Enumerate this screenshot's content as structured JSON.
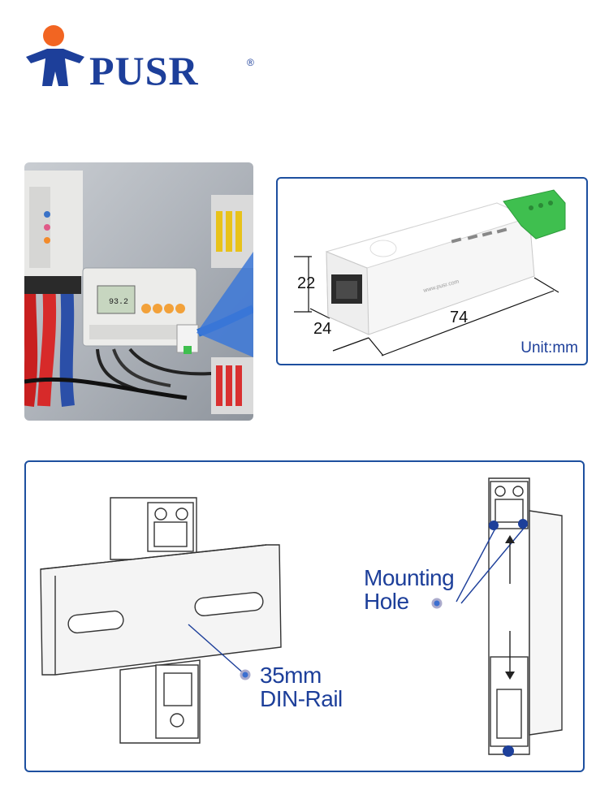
{
  "brand": {
    "name": "PUSR",
    "reg": "®"
  },
  "dimensions": {
    "height": "22",
    "depth": "24",
    "length": "74",
    "unit": "Unit:mm"
  },
  "device": {
    "url": "www.pusr.com"
  },
  "callouts": {
    "din_rail_line1": "35mm",
    "din_rail_line2": "DIN-Rail",
    "mounting_line1": "Mounting",
    "mounting_line2": "Hole"
  },
  "colors": {
    "brand_blue": "#1d3f9a",
    "accent_orange": "#f26522",
    "box_border": "#1d4f9f",
    "terminal_green": "#3fbf4f"
  }
}
